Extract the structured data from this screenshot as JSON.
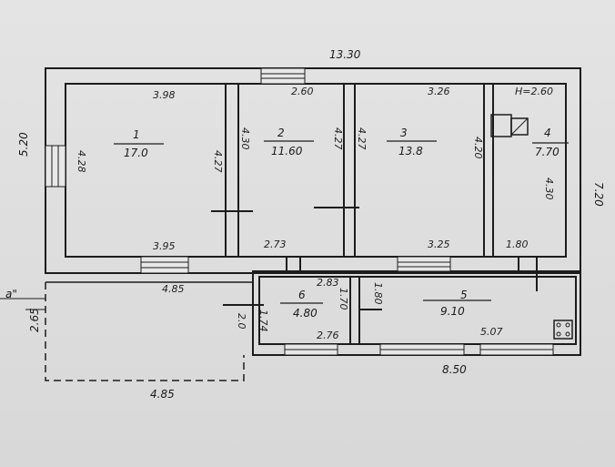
{
  "overall": {
    "width_top": "13.30",
    "height_left": "5.20",
    "height_right": "7.20",
    "width_bottom_right": "8.50"
  },
  "rooms": [
    {
      "number": "1",
      "area": "17.0",
      "dims": [
        "3.98",
        "4.28",
        "4.27",
        "3.95"
      ]
    },
    {
      "number": "2",
      "area": "11.60",
      "dims": [
        "2.60",
        "4.30",
        "4.27",
        "2.73"
      ]
    },
    {
      "number": "3",
      "area": "13.8",
      "dims": [
        "3.26",
        "4.27",
        "4.20",
        "3.25"
      ]
    },
    {
      "number": "4",
      "area": "7.70",
      "dims": [
        "H=2.60",
        "4.30",
        "1.80"
      ]
    },
    {
      "number": "5",
      "area": "9.10",
      "dims": [
        "5.07",
        "1.80"
      ]
    },
    {
      "number": "6",
      "area": "4.80",
      "dims": [
        "2.83",
        "2.76",
        "1.70",
        "1.74",
        "2.0"
      ]
    }
  ],
  "annex": {
    "width": "4.85",
    "height": "2.65",
    "top_edge": "4.85",
    "marker": "а\""
  }
}
